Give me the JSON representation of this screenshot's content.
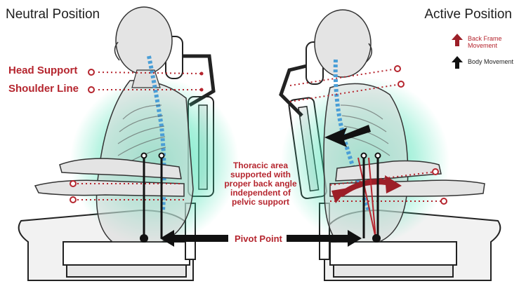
{
  "titles": {
    "left": "Neutral Position",
    "right": "Active Position"
  },
  "labels": {
    "head_support": "Head Support",
    "shoulder_line": "Shoulder Line",
    "thoracic": "Thoracic area supported with proper back angle independent of pelvic support",
    "pivot_point": "Pivot Point"
  },
  "legend": {
    "back_frame": "Back Frame Movement",
    "body": "Body Movement",
    "back_frame_color": "#9c1f28",
    "body_color": "#111111"
  },
  "colors": {
    "accent_red": "#b5252e",
    "support_glow": "#3fe0b0",
    "spine": "#4a9ed6"
  }
}
